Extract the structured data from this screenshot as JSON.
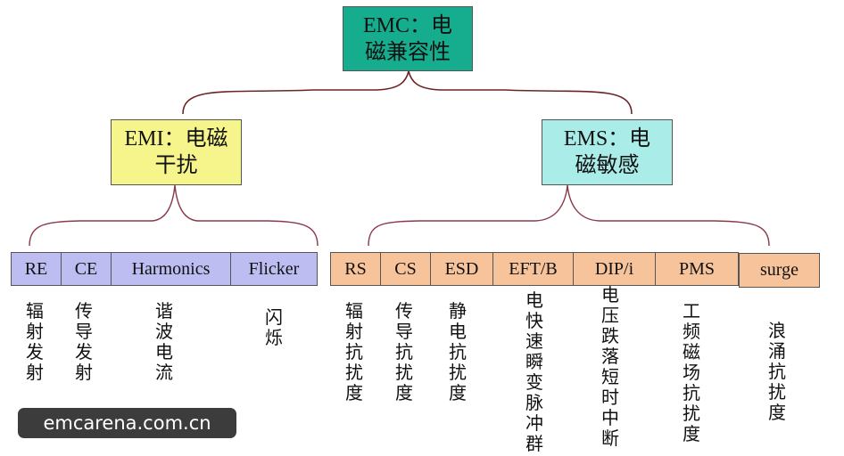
{
  "root": {
    "label": "EMC：电磁兼容性",
    "color": "#15ad8d"
  },
  "emi": {
    "label": "EMI：电磁干扰",
    "color": "#f6f58c",
    "items": [
      {
        "code": "RE",
        "desc": "辐射发射"
      },
      {
        "code": "CE",
        "desc": "传导发射"
      },
      {
        "code": "Harmonics",
        "desc": "谐波电流"
      },
      {
        "code": "Flicker",
        "desc": "闪烁"
      }
    ]
  },
  "ems": {
    "label": "EMS：电磁敏感",
    "color": "#a9ece8",
    "items": [
      {
        "code": "RS",
        "desc": "辐射抗扰度"
      },
      {
        "code": "CS",
        "desc": "传导抗扰度"
      },
      {
        "code": "ESD",
        "desc": "静电抗扰度"
      },
      {
        "code": "EFT/B",
        "desc": "电快速瞬变脉冲群"
      },
      {
        "code": "DIP/i",
        "desc": "电压跌落短时中断"
      },
      {
        "code": "PMS",
        "desc": "工频磁场抗扰度"
      },
      {
        "code": "surge",
        "desc": "浪涌抗扰度"
      }
    ]
  },
  "colors": {
    "emi_items": "#bdbdf2",
    "ems_items": "#f6c39a",
    "connector": "#6b2424"
  },
  "watermark": "emcarena.com.cn"
}
